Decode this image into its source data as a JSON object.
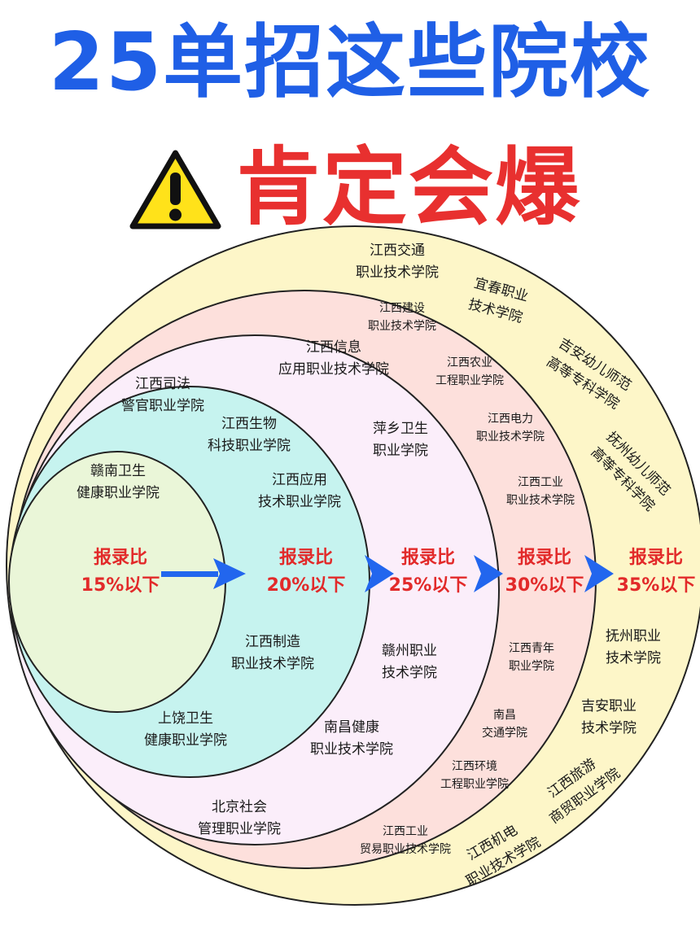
{
  "title": "25单招这些院校",
  "subtitle": "肯定会爆",
  "icons": {
    "warning": "warning-triangle-icon",
    "arrow": "arrow-right-icon"
  },
  "colors": {
    "title": "#1f5fe6",
    "subtitle": "#e8302f",
    "ratio_text": "#e22a2a",
    "arrow": "#2266ee",
    "ring_35": "#fdf6c8",
    "ring_30": "#fde0dc",
    "ring_25": "#fbeefa",
    "ring_20": "#c6f3ef",
    "ring_15": "#eaf6d8"
  },
  "tiers": [
    {
      "ratio": "报录比",
      "threshold": "15%以下",
      "schools": [
        {
          "line1": "赣南卫生",
          "line2": "健康职业学院"
        }
      ]
    },
    {
      "ratio": "报录比",
      "threshold": "20%以下",
      "schools": [
        {
          "line1": "江西司法",
          "line2": "警官职业学院"
        },
        {
          "line1": "江西生物",
          "line2": "科技职业学院"
        },
        {
          "line1": "江西应用",
          "line2": "技术职业学院"
        },
        {
          "line1": "江西制造",
          "line2": "职业技术学院"
        },
        {
          "line1": "上饶卫生",
          "line2": "健康职业学院"
        }
      ]
    },
    {
      "ratio": "报录比",
      "threshold": "25%以下",
      "schools": [
        {
          "line1": "江西信息",
          "line2": "应用职业技术学院"
        },
        {
          "line1": "萍乡卫生",
          "line2": "职业学院"
        },
        {
          "line1": "赣州职业",
          "line2": "技术学院"
        },
        {
          "line1": "南昌健康",
          "line2": "职业技术学院"
        },
        {
          "line1": "北京社会",
          "line2": "管理职业学院"
        }
      ]
    },
    {
      "ratio": "报录比",
      "threshold": "30%以下",
      "schools": [
        {
          "line1": "江西建设",
          "line2": "职业技术学院"
        },
        {
          "line1": "江西农业",
          "line2": "工程职业学院"
        },
        {
          "line1": "江西电力",
          "line2": "职业技术学院"
        },
        {
          "line1": "江西工业",
          "line2": "职业技术学院"
        },
        {
          "line1": "江西青年",
          "line2": "职业学院"
        },
        {
          "line1": "南昌",
          "line2": "交通学院"
        },
        {
          "line1": "江西环境",
          "line2": "工程职业学院"
        },
        {
          "line1": "江西工业",
          "line2": "贸易职业技术学院"
        }
      ]
    },
    {
      "ratio": "报录比",
      "threshold": "35%以下",
      "schools": [
        {
          "line1": "江西交通",
          "line2": "职业技术学院"
        },
        {
          "line1": "宜春职业",
          "line2": "技术学院"
        },
        {
          "line1": "吉安幼儿师范",
          "line2": "高等专科学院"
        },
        {
          "line1": "抚州幼儿师范",
          "line2": "高等专科学院"
        },
        {
          "line1": "抚州职业",
          "line2": "技术学院"
        },
        {
          "line1": "吉安职业",
          "line2": "技术学院"
        },
        {
          "line1": "江西旅游",
          "line2": "商贸职业学院"
        },
        {
          "line1": "江西机电",
          "line2": "职业技术学院"
        }
      ]
    }
  ]
}
